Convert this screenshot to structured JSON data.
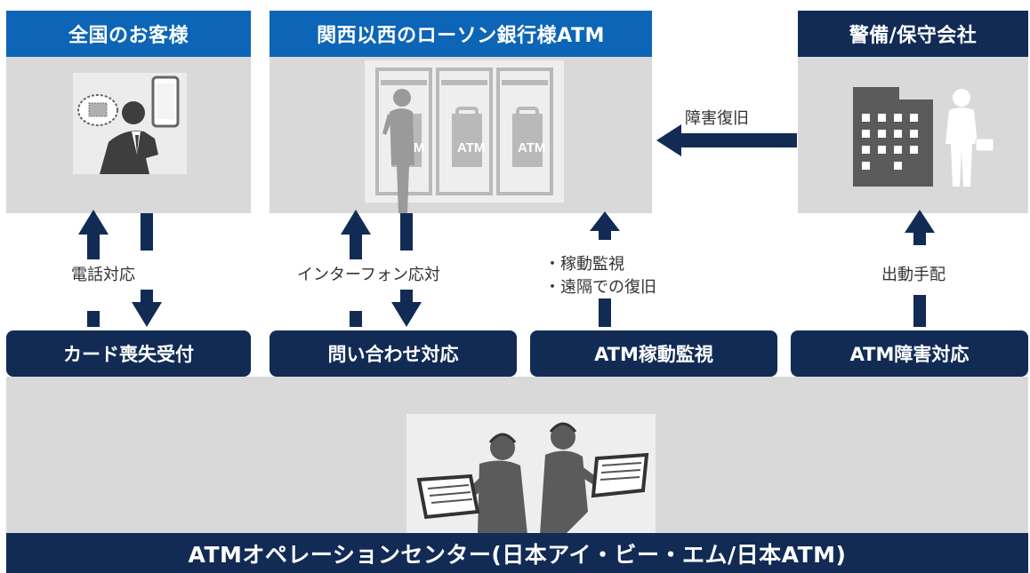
{
  "panels": {
    "customer": {
      "title": "全国のお客様"
    },
    "atm": {
      "title": "関西以西のローソン銀行様ATM",
      "atm_labels": [
        "ATM",
        "ATM",
        "ATM"
      ]
    },
    "security": {
      "title": "警備/保守会社"
    }
  },
  "flows": {
    "customer": "電話対応",
    "atm_interphone": "インターフォン応対",
    "monitoring_line1": "・稼動監視",
    "monitoring_line2": "・遠隔での復旧",
    "dispatch": "出動手配",
    "recovery": "障害復旧"
  },
  "functions": [
    "カード喪失受付",
    "問い合わせ対応",
    "ATM稼動監視",
    "ATM障害対応"
  ],
  "center": {
    "title": "ATMオペレーションセンター(日本アイ・ビー・エム/日本ATM)"
  },
  "colors": {
    "navy": "#112b55",
    "blue": "#0c65b6",
    "panel_gray": "#d9d9d9",
    "icon_gray": "#5b5b5b"
  },
  "icons": [
    "caller-icon",
    "smartphone-icon",
    "card-icon",
    "atm-booth-icon",
    "building-icon",
    "technician-icon",
    "operator-icon"
  ]
}
